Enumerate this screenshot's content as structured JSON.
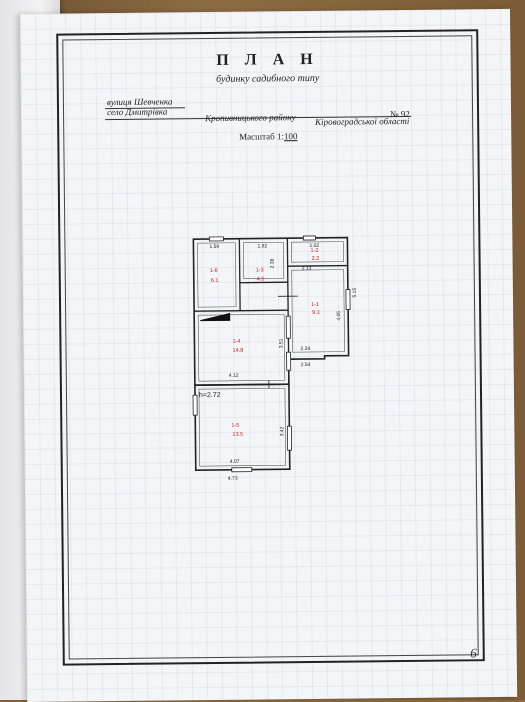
{
  "document": {
    "title": "П Л А Н",
    "subtitle": "будинку садибного типу",
    "street": "вулиця Шевченка",
    "village": "село Дмитрівка",
    "district": "Кропивницького району",
    "region": "Кіровоградської області",
    "number": "№ 92",
    "scale_label": "Масштаб 1:",
    "scale_value": "100",
    "page_mark": "6"
  },
  "plan": {
    "rooms": [
      {
        "id": "1-6",
        "area": "6.1"
      },
      {
        "id": "1-3",
        "area": "4.5"
      },
      {
        "id": "1-2",
        "area": "2.2"
      },
      {
        "id": "1-1",
        "area": "9.1"
      },
      {
        "id": "1-4",
        "area": "14.8"
      },
      {
        "id": "1-5",
        "area": "13.5"
      }
    ],
    "dimensions": [
      "1.59",
      "1.92",
      "1.02",
      "2.13",
      "2.38",
      "5.15",
      "4.05",
      "2.24",
      "2.54",
      "3.51",
      "4.12",
      "3.42",
      "4.07",
      "4.73"
    ],
    "height_label": "h=2.72"
  }
}
